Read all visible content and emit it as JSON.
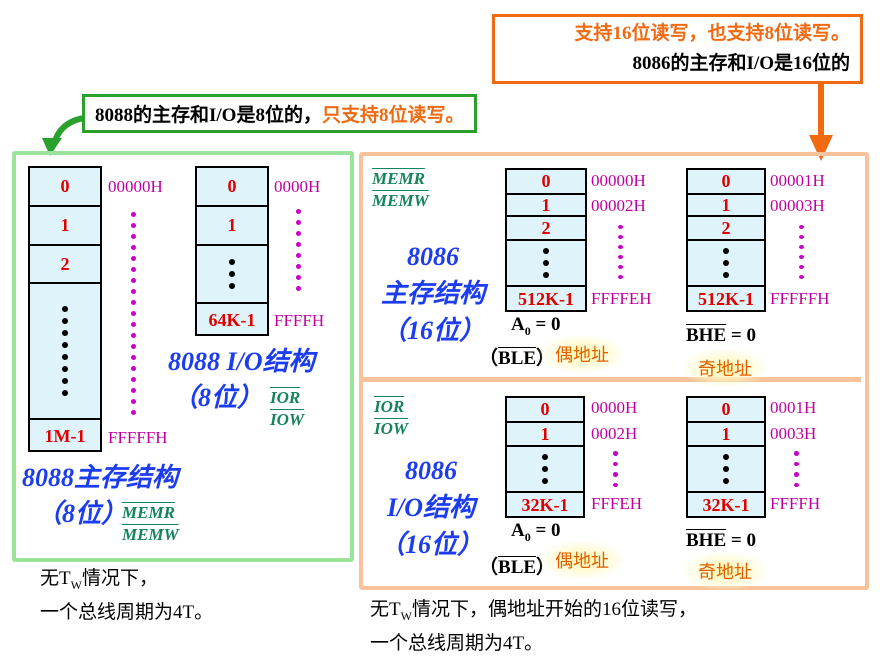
{
  "callout_8088": {
    "part1": "8088的主存和I/O是8位的，",
    "part2": "只支持8位读写。"
  },
  "callout_8086": {
    "line1": "支持16位读写，也支持8位读写。",
    "line2": "8086的主存和I/O是16位的"
  },
  "mem8088": {
    "cells": [
      "0",
      "1",
      "2",
      "1M-1"
    ],
    "addr_first": "00000H",
    "addr_last": "FFFFFH",
    "title_line1": "8088主存结构",
    "title_line2": "（8位）",
    "sig1": "MEMR",
    "sig2": "MEMW"
  },
  "io8088": {
    "cells": [
      "0",
      "1",
      "64K-1"
    ],
    "addr_first": "0000H",
    "addr_last": "FFFFH",
    "title_line1": "8088 I/O结构",
    "title_line2": "（8位）",
    "sig1": "IOR",
    "sig2": "IOW"
  },
  "mem8086": {
    "sig1": "MEMR",
    "sig2": "MEMW",
    "title_line1": "8086",
    "title_line2": "主存结构",
    "title_line3": "（16位）",
    "even": {
      "cells": [
        "0",
        "1",
        "2",
        "512K-1"
      ],
      "addr1": "00000H",
      "addr2": "00002H",
      "addr_last": "FFFFEH"
    },
    "odd": {
      "cells": [
        "0",
        "1",
        "2",
        "512K-1"
      ],
      "addr1": "00001H",
      "addr2": "00003H",
      "addr_last": "FFFFFH"
    },
    "a0_label": "A",
    "a0_sub": "0",
    "a0_value": " = 0",
    "ble_open": "（",
    "ble": "BLE",
    "ble_close": "）",
    "bhe": "BHE",
    "bhe_value": " = 0",
    "even_label": "偶地址",
    "odd_label": "奇地址"
  },
  "io8086": {
    "sig1": "IOR",
    "sig2": "IOW",
    "title_line1": "8086",
    "title_line2": "I/O结构",
    "title_line3": "（16位）",
    "even": {
      "cells": [
        "0",
        "1",
        "32K-1"
      ],
      "addr1": "0000H",
      "addr2": "0002H",
      "addr_last": "FFFEH"
    },
    "odd": {
      "cells": [
        "0",
        "1",
        "32K-1"
      ],
      "addr1": "0001H",
      "addr2": "0003H",
      "addr_last": "FFFFH"
    },
    "a0_label": "A",
    "a0_sub": "0",
    "a0_value": " = 0",
    "ble_open": "（",
    "ble": "BLE",
    "ble_close": "）",
    "bhe": "BHE",
    "bhe_value": " = 0",
    "even_label": "偶地址",
    "odd_label": "奇地址"
  },
  "note_left": {
    "p1": "无T",
    "sub": "W",
    "p2": "情况下，",
    "line2": "一个总线周期为4T。"
  },
  "note_right": {
    "p1": "无T",
    "sub": "W",
    "p2": "情况下，偶地址开始的16位读写，",
    "line2": "一个总线周期为4T。"
  },
  "colors": {
    "green_border": "#9be39b",
    "orange_border": "#f8c29a",
    "cell_fill": "#dff3fb",
    "cell_text": "#e00000",
    "address": "#c000a0",
    "title_blue": "#1c3cf0",
    "signal_green": "#14845a",
    "callout_orange": "#f06a12",
    "callout_green": "#2ca02c"
  }
}
